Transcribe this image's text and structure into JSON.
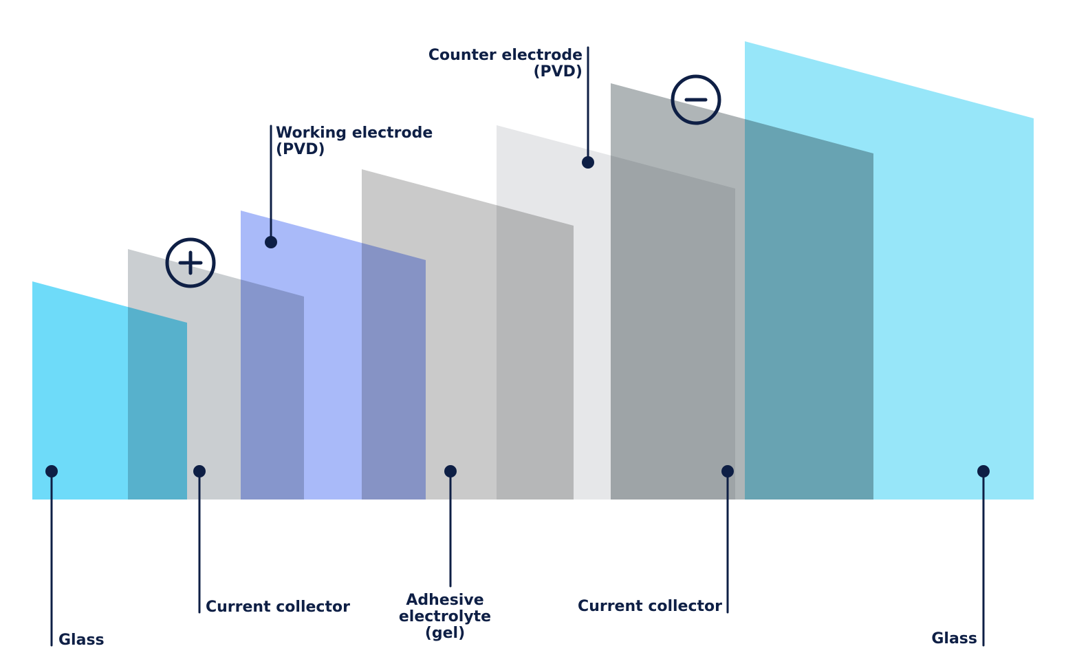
{
  "colors": {
    "ink": "#0e1f45",
    "glass_left": "#62d8f8",
    "glass_right": "#8ee4f9",
    "current_collector_left": "#c5cacd",
    "working_electrode": "#a2b4f8",
    "electrolyte": "#c5c5c5",
    "counter_electrode": "#e4e5e7",
    "current_collector_right": "#a8afb1"
  },
  "layers": [
    {
      "id": "glass-left",
      "name": "Glass",
      "color_key": "glass_left"
    },
    {
      "id": "current-collector-left",
      "name": "Current collector",
      "color_key": "current_collector_left"
    },
    {
      "id": "working-electrode",
      "name": "Working electrode (PVD)",
      "color_key": "working_electrode"
    },
    {
      "id": "adhesive-electrolyte",
      "name": "Adhesive electrolyte (gel)",
      "color_key": "electrolyte"
    },
    {
      "id": "counter-electrode",
      "name": "Counter electrode (PVD)",
      "color_key": "counter_electrode"
    },
    {
      "id": "current-collector-right",
      "name": "Current collector",
      "color_key": "current_collector_right"
    },
    {
      "id": "glass-right",
      "name": "Glass",
      "color_key": "glass_right"
    }
  ],
  "labels": {
    "glass_left": "Glass",
    "current_collector_left": "Current collector",
    "working_electrode": [
      "Working electrode",
      "(PVD)"
    ],
    "adhesive_electrolyte": [
      "Adhesive",
      "electrolyte",
      "(gel)"
    ],
    "counter_electrode": [
      "Counter electrode",
      "(PVD)"
    ],
    "current_collector_right": "Current collector",
    "glass_right": "Glass"
  },
  "terminals": {
    "positive": {
      "symbol": "plus-icon"
    },
    "negative": {
      "symbol": "minus-icon"
    }
  }
}
